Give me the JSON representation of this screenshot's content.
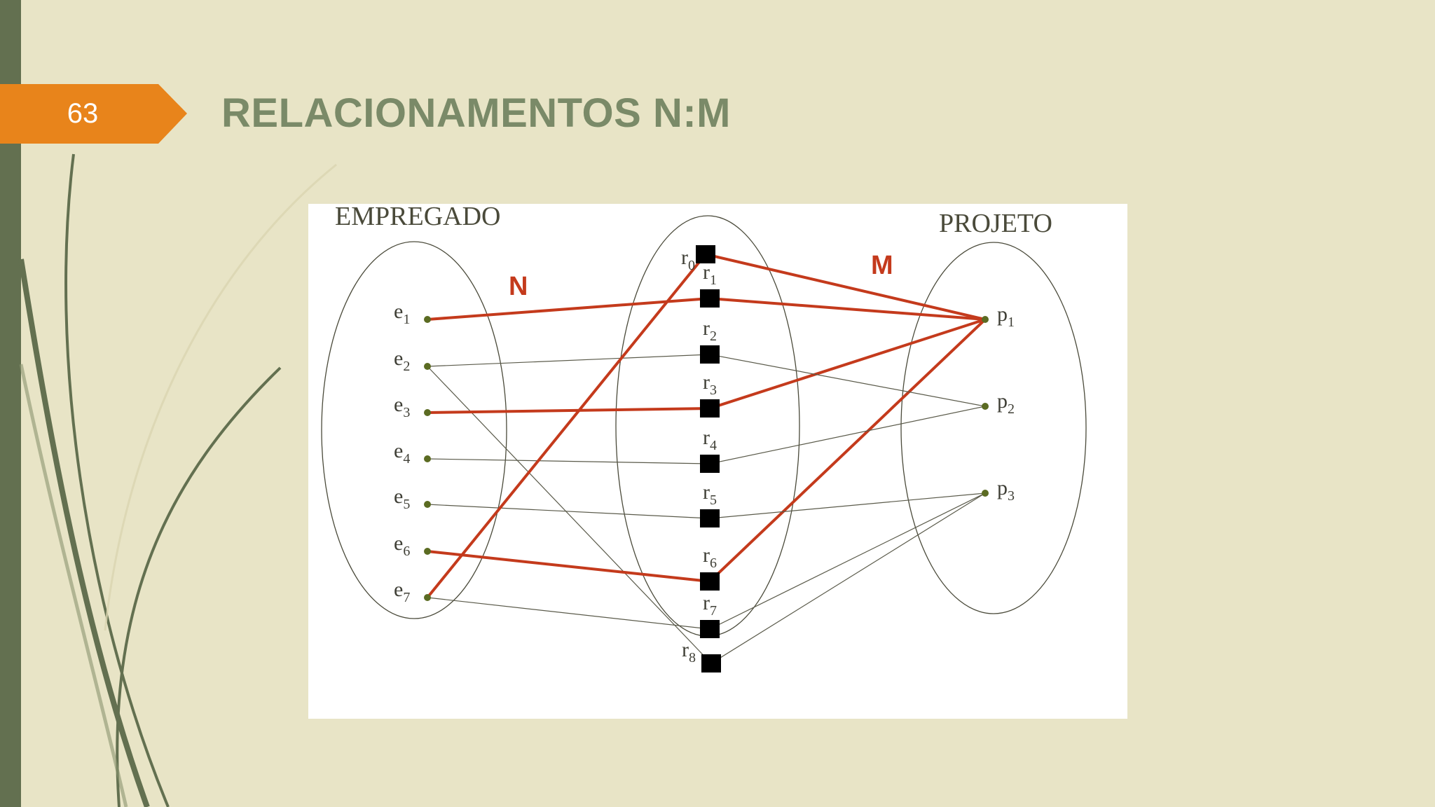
{
  "slide": {
    "number": "63",
    "title": "RELACIONAMENTOS N:M"
  },
  "colors": {
    "background": "#e8e4c6",
    "accent_orange": "#e8841b",
    "title": "#7a8a68",
    "sidebar": "#637050",
    "relation_red": "#c43a1c"
  },
  "diagram": {
    "left_set": {
      "label": "EMPREGADO",
      "nodes": [
        {
          "id": "e1",
          "base": "e",
          "sub": "1"
        },
        {
          "id": "e2",
          "base": "e",
          "sub": "2"
        },
        {
          "id": "e3",
          "base": "e",
          "sub": "3"
        },
        {
          "id": "e4",
          "base": "e",
          "sub": "4"
        },
        {
          "id": "e5",
          "base": "e",
          "sub": "5"
        },
        {
          "id": "e6",
          "base": "e",
          "sub": "6"
        },
        {
          "id": "e7",
          "base": "e",
          "sub": "7"
        }
      ]
    },
    "middle_set": {
      "nodes": [
        {
          "id": "r0",
          "base": "r",
          "sub": "0"
        },
        {
          "id": "r1",
          "base": "r",
          "sub": "1"
        },
        {
          "id": "r2",
          "base": "r",
          "sub": "2"
        },
        {
          "id": "r3",
          "base": "r",
          "sub": "3"
        },
        {
          "id": "r4",
          "base": "r",
          "sub": "4"
        },
        {
          "id": "r5",
          "base": "r",
          "sub": "5"
        },
        {
          "id": "r6",
          "base": "r",
          "sub": "6"
        },
        {
          "id": "r7",
          "base": "r",
          "sub": "7"
        },
        {
          "id": "r8",
          "base": "r",
          "sub": "8"
        }
      ]
    },
    "right_set": {
      "label": "PROJETO",
      "nodes": [
        {
          "id": "p1",
          "base": "p",
          "sub": "1"
        },
        {
          "id": "p2",
          "base": "p",
          "sub": "2"
        },
        {
          "id": "p3",
          "base": "p",
          "sub": "3"
        }
      ]
    },
    "cardinality": {
      "left": "N",
      "right": "M"
    },
    "edges": [
      {
        "from": "e1",
        "to": "r1",
        "highlight": true
      },
      {
        "from": "e2",
        "to": "r2",
        "highlight": false
      },
      {
        "from": "e2",
        "to": "r8",
        "highlight": false
      },
      {
        "from": "e3",
        "to": "r3",
        "highlight": true
      },
      {
        "from": "e4",
        "to": "r4",
        "highlight": false
      },
      {
        "from": "e5",
        "to": "r5",
        "highlight": false
      },
      {
        "from": "e6",
        "to": "r6",
        "highlight": true
      },
      {
        "from": "e7",
        "to": "r0",
        "highlight": true
      },
      {
        "from": "e7",
        "to": "r7",
        "highlight": false
      },
      {
        "from": "r0",
        "to": "p1",
        "highlight": true
      },
      {
        "from": "r1",
        "to": "p1",
        "highlight": true
      },
      {
        "from": "r3",
        "to": "p1",
        "highlight": true
      },
      {
        "from": "r6",
        "to": "p1",
        "highlight": true
      },
      {
        "from": "r2",
        "to": "p2",
        "highlight": false
      },
      {
        "from": "r4",
        "to": "p2",
        "highlight": false
      },
      {
        "from": "r5",
        "to": "p3",
        "highlight": false
      },
      {
        "from": "r7",
        "to": "p3",
        "highlight": false
      },
      {
        "from": "r8",
        "to": "p3",
        "highlight": false
      }
    ]
  }
}
